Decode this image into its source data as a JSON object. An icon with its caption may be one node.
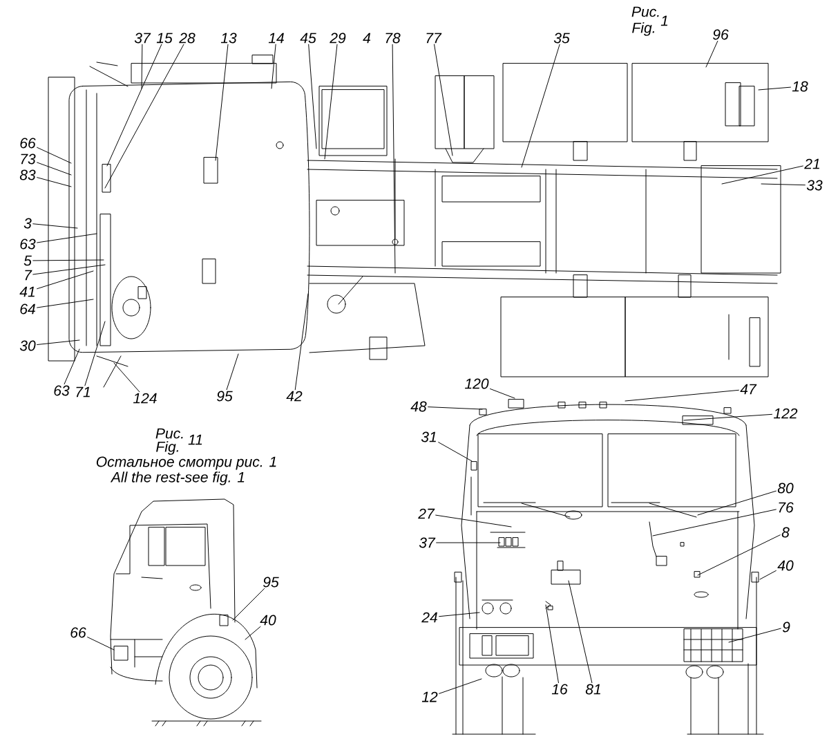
{
  "diagram": {
    "nodes": [
      {
        "text": [
          "37"
        ]
      },
      {
        "text": [
          "15"
        ]
      },
      {
        "text": [
          "28"
        ]
      },
      {
        "text": [
          "13"
        ]
      },
      {
        "text": [
          "14"
        ]
      },
      {
        "text": [
          "45"
        ]
      },
      {
        "text": [
          "29"
        ]
      },
      {
        "text": [
          "78"
        ]
      },
      {
        "text": [
          "77"
        ]
      },
      {
        "text": [
          "35"
        ]
      },
      {
        "text": [
          "96"
        ]
      },
      {
        "text": [
          "18"
        ]
      },
      {
        "text": [
          "21"
        ]
      },
      {
        "text": [
          "33"
        ]
      },
      {
        "text": [
          "66"
        ]
      },
      {
        "text": [
          "73"
        ]
      },
      {
        "text": [
          "83"
        ]
      },
      {
        "text": [
          "3"
        ]
      },
      {
        "text": [
          "63"
        ]
      },
      {
        "text": [
          "5"
        ]
      },
      {
        "text": [
          "7"
        ]
      },
      {
        "text": [
          "41"
        ]
      },
      {
        "text": [
          "64"
        ]
      },
      {
        "text": [
          "30"
        ]
      },
      {
        "text": [
          "63"
        ]
      },
      {
        "text": [
          "71"
        ]
      },
      {
        "text": [
          "124"
        ]
      },
      {
        "text": [
          "95"
        ]
      },
      {
        "text": [
          "42"
        ]
      },
      {
        "text": [
          "66"
        ]
      },
      {
        "text": [
          "95"
        ]
      },
      {
        "text": [
          "40"
        ]
      },
      {
        "text": [
          "48"
        ]
      },
      {
        "text": [
          "120"
        ]
      },
      {
        "text": [
          "47"
        ]
      },
      {
        "text": [
          "122"
        ]
      },
      {
        "text": [
          "31"
        ]
      },
      {
        "text": [
          "27"
        ]
      },
      {
        "text": [
          "37"
        ]
      },
      {
        "text": [
          "80"
        ]
      },
      {
        "text": [
          "76"
        ]
      },
      {
        "text": [
          "8"
        ]
      },
      {
        "text": [
          "40"
        ]
      },
      {
        "text": [
          "24"
        ]
      },
      {
        "text": [
          "9"
        ]
      },
      {
        "text": [
          "12"
        ]
      },
      {
        "text": [
          "16"
        ]
      },
      {
        "text": [
          "81"
        ]
      }
    ],
    "edges": [
      {
        "from": 0,
        "to": null,
        "arrow": "none"
      },
      {
        "from": 1,
        "to": null,
        "arrow": "none"
      },
      {
        "from": 2,
        "to": null,
        "arrow": "none"
      },
      {
        "from": 3,
        "to": null,
        "arrow": "none"
      },
      {
        "from": 4,
        "to": null,
        "arrow": "none"
      },
      {
        "from": 5,
        "to": null,
        "arrow": "none"
      },
      {
        "from": 6,
        "to": null,
        "arrow": "none"
      },
      {
        "from": 7,
        "to": null,
        "arrow": "none"
      },
      {
        "from": 8,
        "to": null,
        "arrow": "none"
      },
      {
        "from": 9,
        "to": null,
        "arrow": "none"
      },
      {
        "from": 10,
        "to": null,
        "arrow": "none"
      },
      {
        "from": 11,
        "to": null,
        "arrow": "none"
      },
      {
        "from": 12,
        "to": null,
        "arrow": "none"
      },
      {
        "from": 13,
        "to": null,
        "arrow": "none"
      },
      {
        "from": 14,
        "to": null,
        "arrow": "none"
      },
      {
        "from": 15,
        "to": null,
        "arrow": "none"
      },
      {
        "from": 16,
        "to": null,
        "arrow": "none"
      },
      {
        "from": 17,
        "to": null,
        "arrow": "none"
      },
      {
        "from": 18,
        "to": null,
        "arrow": "none"
      },
      {
        "from": 19,
        "to": null,
        "arrow": "none"
      },
      {
        "from": 20,
        "to": null,
        "arrow": "none"
      },
      {
        "from": 21,
        "to": null,
        "arrow": "none"
      },
      {
        "from": 22,
        "to": null,
        "arrow": "none"
      },
      {
        "from": 23,
        "to": null,
        "arrow": "none"
      },
      {
        "from": 24,
        "to": null,
        "arrow": "none"
      },
      {
        "from": 25,
        "to": null,
        "arrow": "none"
      },
      {
        "from": 26,
        "to": null,
        "arrow": "none"
      },
      {
        "from": 27,
        "to": null,
        "arrow": "none"
      },
      {
        "from": 28,
        "to": null,
        "arrow": "none"
      },
      {
        "from": 29,
        "to": null,
        "arrow": "none"
      },
      {
        "from": 30,
        "to": null,
        "arrow": "none"
      },
      {
        "from": 31,
        "to": null,
        "arrow": "none"
      },
      {
        "from": 32,
        "to": null,
        "arrow": "none"
      },
      {
        "from": 33,
        "to": null,
        "arrow": "none"
      },
      {
        "from": 34,
        "to": null,
        "arrow": "none"
      },
      {
        "from": 35,
        "to": null,
        "arrow": "none"
      },
      {
        "from": 36,
        "to": null,
        "arrow": "none"
      },
      {
        "from": 37,
        "to": null,
        "arrow": "none"
      },
      {
        "from": 38,
        "to": null,
        "arrow": "none"
      },
      {
        "from": 39,
        "to": null,
        "arrow": "none"
      },
      {
        "from": 40,
        "to": null,
        "arrow": "none"
      },
      {
        "from": 41,
        "to": null,
        "arrow": "none"
      },
      {
        "from": 42,
        "to": null,
        "arrow": "none"
      },
      {
        "from": 43,
        "to": null,
        "arrow": "none"
      },
      {
        "from": 44,
        "to": null,
        "arrow": "none"
      },
      {
        "from": 45,
        "to": null,
        "arrow": "none"
      },
      {
        "from": 46,
        "to": null,
        "arrow": "none"
      },
      {
        "from": 47,
        "to": null,
        "arrow": "none"
      }
    ],
    "labels": [
      "Рис.",
      "1",
      "Fig.",
      "4",
      "Рис.",
      "11",
      "Fig.",
      "Остальное смотри рис. 1",
      "All the rest-see fig. 1"
    ]
  }
}
